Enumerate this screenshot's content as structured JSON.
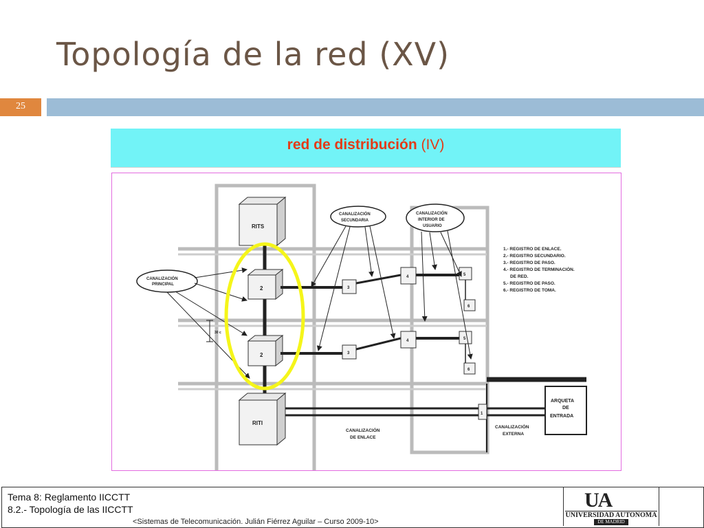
{
  "slide": {
    "title": "Topología de la red (XV)",
    "page_number": "25"
  },
  "embedded_slide": {
    "heading_red": "red de distribución",
    "heading_suffix": "(IV)"
  },
  "diagram": {
    "labels": {
      "rits": "RITS",
      "riti": "RITI",
      "canalizacion_principal_1": "CANALIZACIÓN",
      "canalizacion_principal_2": "PRINCIPAL",
      "canalizacion_secundaria_1": "CANALIZACIÓN",
      "canalizacion_secundaria_2": "SECUNDARIA",
      "canalizacion_interior_1": "CANALIZACIÓN",
      "canalizacion_interior_2": "INTERIOR DE",
      "canalizacion_interior_3": "USUARIO",
      "canalizacion_enlace_1": "CANALIZACIÓN",
      "canalizacion_enlace_2": "DE ENLACE",
      "canalizacion_externa_1": "CANALIZACIÓN",
      "canalizacion_externa_2": "EXTERNA",
      "arqueta_1": "ARQUETA",
      "arqueta_2": "DE",
      "arqueta_3": "ENTRADA",
      "height_mark": "30 c"
    },
    "box_numbers": {
      "reg2_top": "2",
      "reg2_bottom": "2",
      "reg3_top": "3",
      "reg3_bottom": "3",
      "reg4_top": "4",
      "reg4_bottom": "4",
      "reg5_top": "5",
      "reg5_bottom": "5",
      "reg6_top": "6",
      "reg6_bottom": "6",
      "reg1": "1"
    },
    "legend": [
      "1.- REGISTRO DE ENLACE.",
      "2.- REGISTRO SECUNDARIO.",
      "3.- REGISTRO DE PASO.",
      "4.- REGISTRO DE TERMINACIÓN.",
      "DE RED.",
      "5.- REGISTRO DE PASO.",
      "6.- REGISTRO DE TOMA."
    ],
    "colors": {
      "highlight_ellipse": "#f5f51a",
      "frame_border": "#e36be0"
    }
  },
  "footer": {
    "line1": "Tema 8: Reglamento IICCTT",
    "line2": "8.2.- Topología de las IICCTT",
    "credit": "<Sistemas de Telecomunicación. Julián Fiérrez Aguilar – Curso 2009-10>",
    "logo_letters": "UA",
    "logo_university": "UNIVERSIDAD AUTONOMA",
    "logo_city": "DE MADRID"
  },
  "theme": {
    "title_color": "#6b5646",
    "page_badge_color": "#e0873e",
    "bar_color": "#9cbcd6",
    "banner_color": "#72f3f7",
    "heading_color": "#e33b17"
  }
}
